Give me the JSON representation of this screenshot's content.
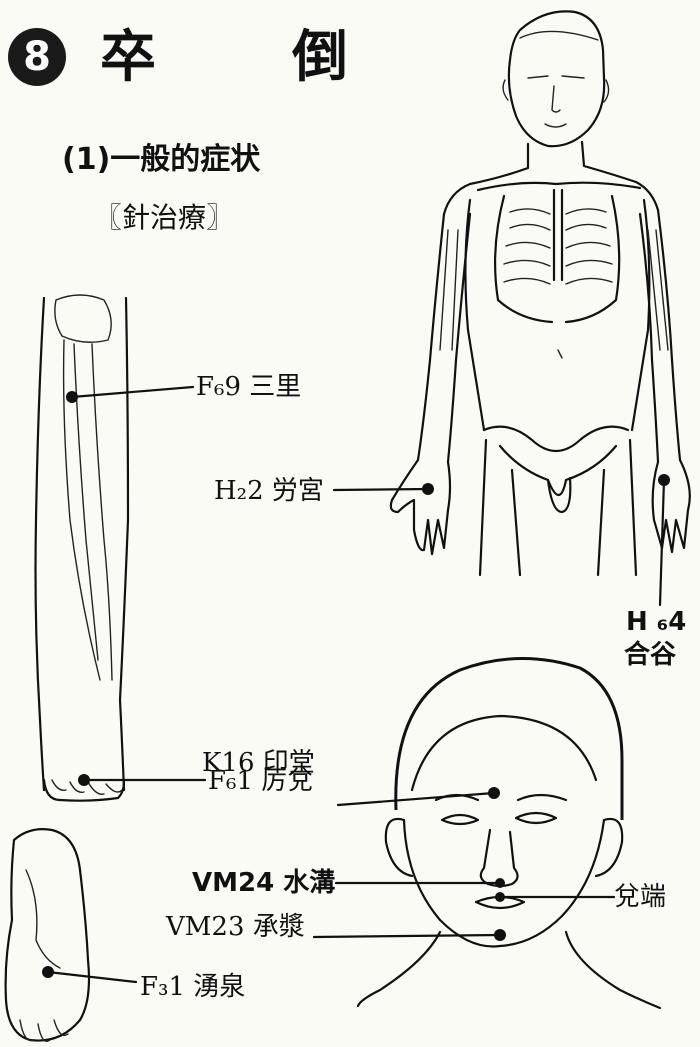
{
  "header": {
    "number": "8",
    "title_char_1": "卒",
    "title_char_2": "倒",
    "subtitle": "(1)一般的症状",
    "section": "〖針治療〗"
  },
  "points": [
    {
      "id": "leg-sanli",
      "label": "F₆9 三里"
    },
    {
      "id": "hand-laogong",
      "label": "H₂2 労宮"
    },
    {
      "id": "hand-hegu-code",
      "label": "H ₆4"
    },
    {
      "id": "hand-hegu-name",
      "label": "合谷"
    },
    {
      "id": "head-yintang",
      "label": "K16 印堂"
    },
    {
      "id": "foot-lidui",
      "label": "F₆1 厉兌"
    },
    {
      "id": "face-shuigou",
      "label": "VM24 水溝"
    },
    {
      "id": "face-duiduan",
      "label": "兌端"
    },
    {
      "id": "face-chengjiang",
      "label": "VM23 承漿"
    },
    {
      "id": "sole-yongquan",
      "label": "F₃1 湧泉"
    }
  ],
  "colors": {
    "ink": "#111111",
    "paper": "#fbfbf6"
  }
}
